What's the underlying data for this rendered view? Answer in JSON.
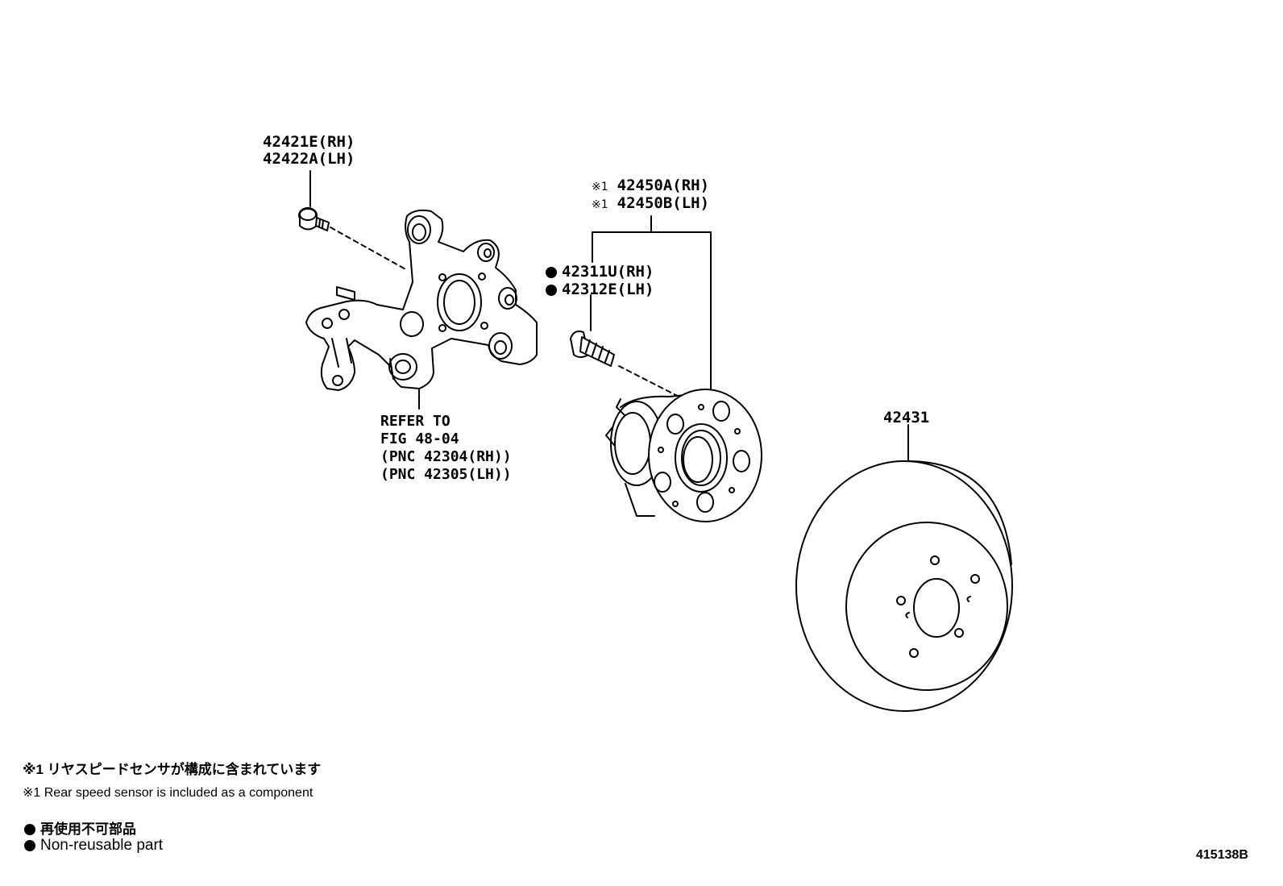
{
  "callouts": {
    "bolt_rh": "42421E(RH)",
    "bolt_lh": "42422A(LH)",
    "hub_mark": "※1",
    "hub_rh": "42450A(RH)",
    "hub_lh": "42450B(LH)",
    "stud_rh": "42311U(RH)",
    "stud_lh": "42312E(LH)",
    "disc": "42431",
    "refer_line1": "REFER TO",
    "refer_line2": "FIG 48-04",
    "refer_line3": "(PNC 42304(RH))",
    "refer_line4": "(PNC 42305(LH))"
  },
  "notes": {
    "sensor_jp": "※1 リヤスピードセンサが構成に含まれています",
    "sensor_en": "※1 Rear speed sensor is included as a component",
    "nonreusable_jp": "再使用不可部品",
    "nonreusable_en": "Non-reusable part"
  },
  "figure_id": "415138B"
}
